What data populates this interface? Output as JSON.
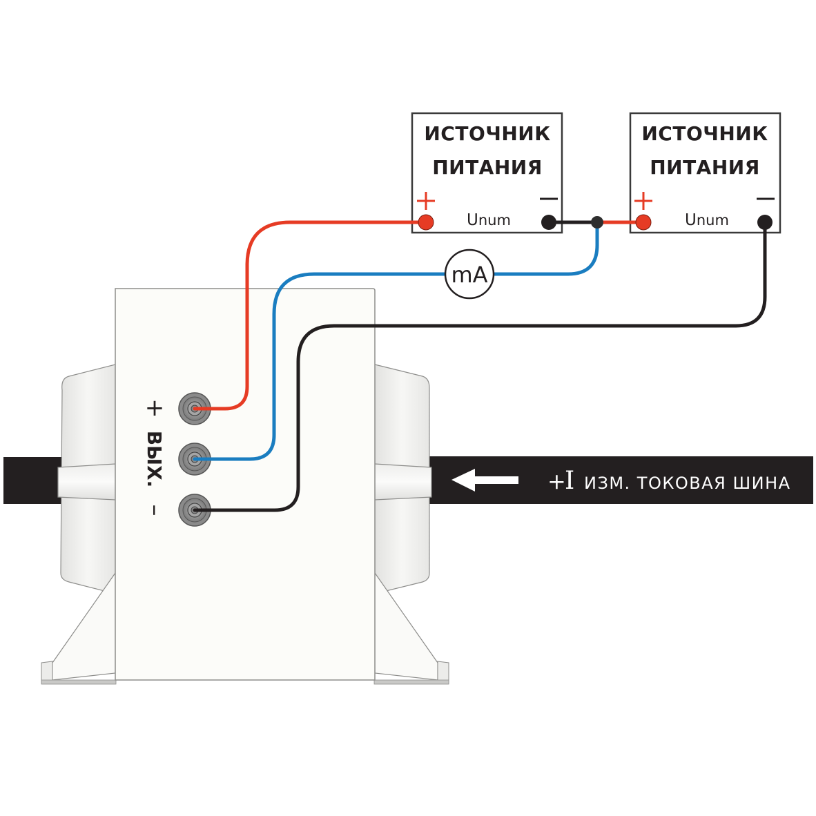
{
  "diagram": {
    "power_supplies": [
      {
        "title_line1": "ИСТОЧНИК",
        "title_line2": "ПИТАНИЯ",
        "voltage_label_main": "U",
        "voltage_label_sub": "num",
        "plus_symbol": "+",
        "minus_symbol": "—"
      },
      {
        "title_line1": "ИСТОЧНИК",
        "title_line2": "ПИТАНИЯ",
        "voltage_label_main": "U",
        "voltage_label_sub": "num",
        "plus_symbol": "+",
        "minus_symbol": "—"
      }
    ],
    "meter": {
      "label": "mA",
      "icon": "milliammeter-icon"
    },
    "sensor": {
      "terminal_plus_label": "+",
      "output_label": "ВЫХ.",
      "terminal_minus_label": "–"
    },
    "busbar": {
      "arrow_icon": "arrow-left-icon",
      "current_symbol_plus": "+",
      "current_symbol": "I",
      "label": "ИЗМ. ТОКОВАЯ ШИНА"
    },
    "wire_colors": {
      "positive": "#e63b24",
      "signal": "#1a7dc0",
      "negative": "#231f20"
    },
    "colors": {
      "box_stroke": "#3a3a3a",
      "busbar": "#231f20",
      "body_fill": "#fcfcf9"
    }
  }
}
